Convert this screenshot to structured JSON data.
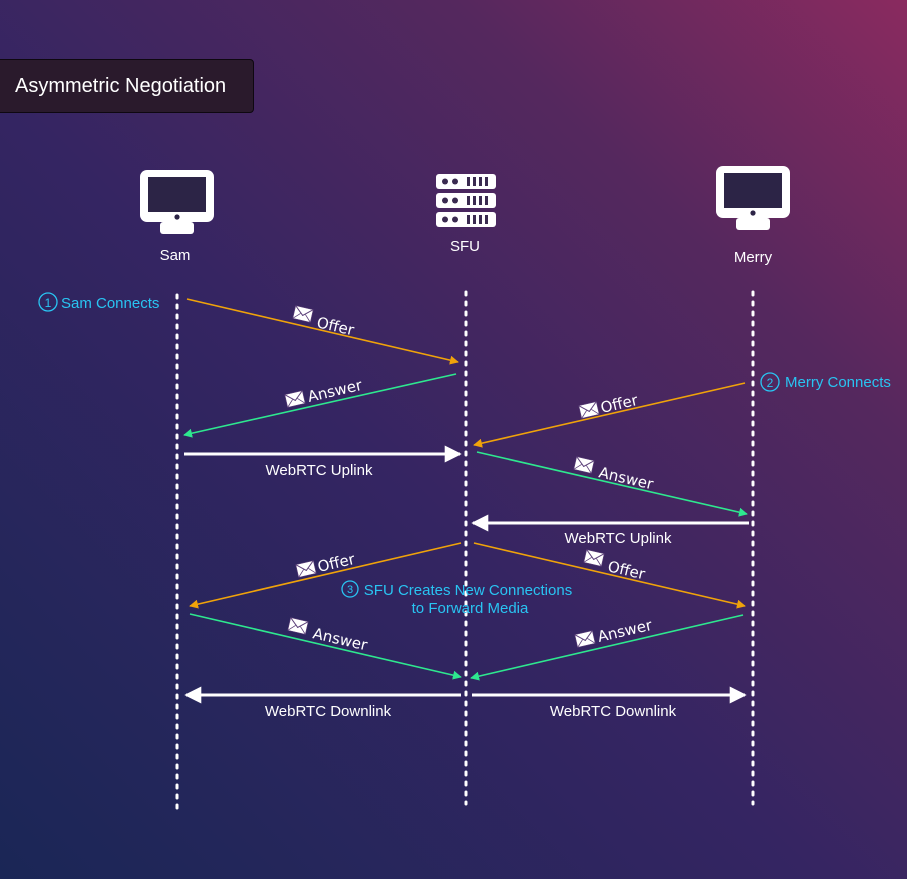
{
  "title": "Asymmetric Negotiation",
  "actors": {
    "sam": "Sam",
    "sfu": "SFU",
    "merry": "Merry"
  },
  "steps": {
    "step1": {
      "num": "1",
      "text": "Sam Connects"
    },
    "step2": {
      "num": "2",
      "text": "Merry Connects"
    },
    "step3": {
      "num": "3",
      "line1": "SFU Creates New Connections",
      "line2": "to Forward Media"
    }
  },
  "messages": {
    "offer": "Offer",
    "answer": "Answer",
    "uplink": "WebRTC Uplink",
    "downlink": "WebRTC Downlink"
  },
  "colors": {
    "offer": "#f0a30a",
    "answer": "#2ee88f",
    "media": "#ffffff",
    "note": "#29c4f2"
  }
}
